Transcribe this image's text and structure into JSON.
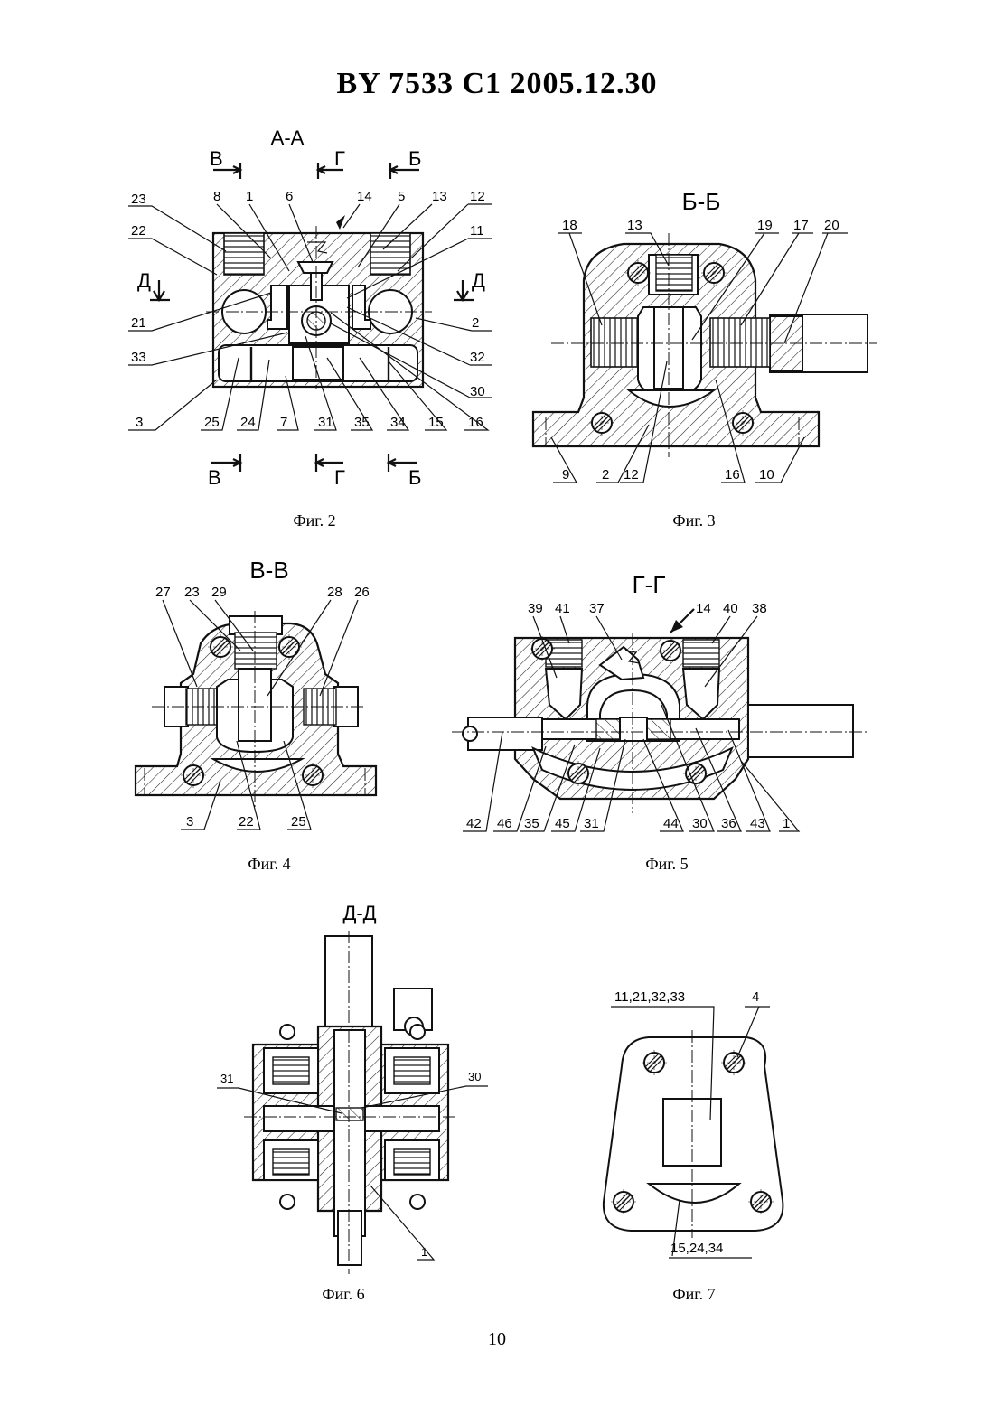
{
  "header": {
    "text": "BY  7533  C1  2005.12.30"
  },
  "page_number": "10",
  "figures": {
    "fig2": {
      "caption": "Фиг. 2",
      "section": "А-А",
      "cut_marks": [
        "В",
        "Г",
        "Б",
        "Д",
        "Д",
        "В",
        "Г",
        "Б"
      ],
      "labels": [
        "23",
        "8",
        "1",
        "6",
        "14",
        "5",
        "13",
        "12",
        "22",
        "11",
        "21",
        "2",
        "33",
        "32",
        "30",
        "3",
        "25",
        "24",
        "7",
        "31",
        "35",
        "34",
        "15",
        "16"
      ]
    },
    "fig3": {
      "caption": "Фиг. 3",
      "section": "Б-Б",
      "labels": [
        "18",
        "13",
        "19",
        "17",
        "20",
        "9",
        "2",
        "12",
        "16",
        "10"
      ]
    },
    "fig4": {
      "caption": "Фиг. 4",
      "section": "В-В",
      "labels": [
        "27",
        "23",
        "29",
        "28",
        "26",
        "3",
        "22",
        "25"
      ]
    },
    "fig5": {
      "caption": "Фиг. 5",
      "section": "Г-Г",
      "labels": [
        "39",
        "41",
        "37",
        "14",
        "40",
        "38",
        "42",
        "46",
        "35",
        "45",
        "31",
        "44",
        "30",
        "36",
        "43",
        "1"
      ]
    },
    "fig6": {
      "caption": "Фиг. 6",
      "section": "Д-Д",
      "labels": [
        "31",
        "30",
        "1"
      ]
    },
    "fig7": {
      "caption": "Фиг. 7",
      "labels": [
        "11,21,32,33",
        "4",
        "15,24,34"
      ]
    }
  }
}
